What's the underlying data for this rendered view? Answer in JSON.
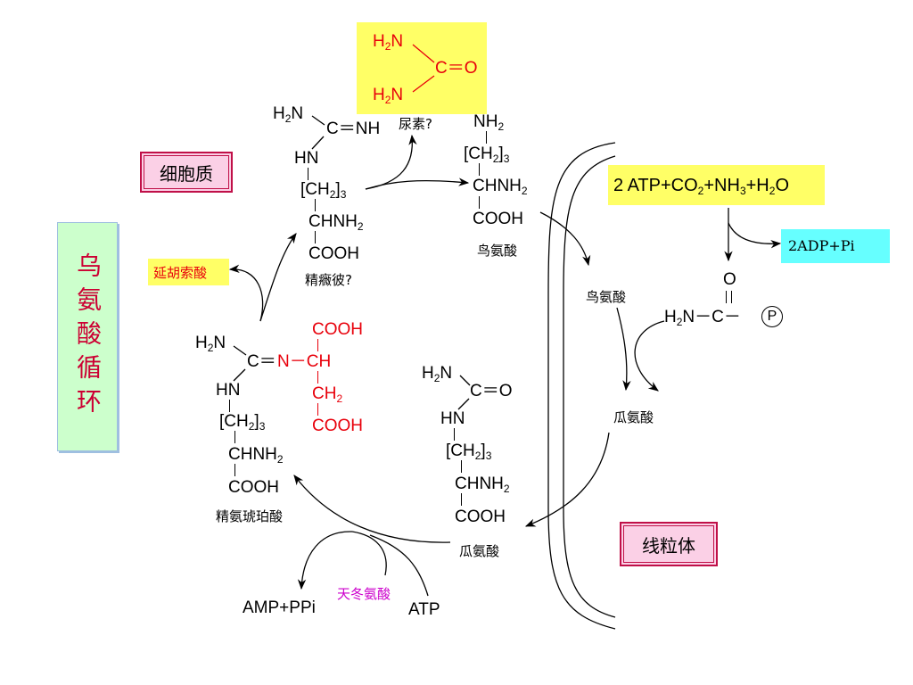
{
  "title": "乌氨酸循环",
  "compartments": {
    "cytoplasm": "细胞质",
    "mitochondria": "线粒体"
  },
  "urea": {
    "nh2_top": "H",
    "nh2_top_sub": "2",
    "nh2_top_n": "N",
    "co": "C＝O",
    "nh2_bottom": "H",
    "nh2_bottom_sub": "2",
    "nh2_bottom_n": "N",
    "label": "尿素?"
  },
  "arginine": {
    "l1a": "H",
    "l1s": "2",
    "l1b": "N",
    "l2": "C＝NH",
    "l3": "HN",
    "l4a": "[CH",
    "l4s": "2",
    "l4b": "]",
    "l4c": "3",
    "l5a": "CHNH",
    "l5s": "2",
    "l6": "COOH",
    "label": "精癓彼?"
  },
  "ornithine_cyto": {
    "l1a": "NH",
    "l1s": "2",
    "l2a": "[CH",
    "l2s": "2",
    "l2b": "]",
    "l2c": "3",
    "l3a": "CHNH",
    "l3s": "2",
    "l4": "COOH",
    "label": "鸟氨酸"
  },
  "fumarate": {
    "label": "延胡索酸"
  },
  "argininosuccinate": {
    "l1a": "H",
    "l1s": "2",
    "l1b": "N",
    "l2a": "C＝",
    "l2b": "N－CH",
    "r1": "COOH",
    "r3a": "CH",
    "r3s": "2",
    "r4": "COOH",
    "l3": "HN",
    "l4a": "[CH",
    "l4s": "2",
    "l4b": "]",
    "l4c": "3",
    "l5a": "CHNH",
    "l5s": "2",
    "l6": "COOH",
    "label": "精氨琥珀酸"
  },
  "citrulline_cyto": {
    "l1a": "H",
    "l1s": "2",
    "l1b": "N",
    "l2": "C＝O",
    "l3": "HN",
    "l4a": "[CH",
    "l4s": "2",
    "l4b": "]",
    "l4c": "3",
    "l5a": "CHNH",
    "l5s": "2",
    "l6": "COOH",
    "label": "瓜氨酸"
  },
  "atp_step": {
    "amp": "AMP+PPi",
    "aspartate": "天冬氨酸",
    "atp": "ATP"
  },
  "mito": {
    "reactants_a": "2 ATP+CO",
    "reactants_s1": "2",
    "reactants_b": "+NH",
    "reactants_s2": "3",
    "reactants_c": "+H",
    "reactants_s3": "2",
    "reactants_d": "O",
    "adp": "2ADP+Pi",
    "cp_o": "O",
    "cp_h": "H",
    "cp_hs": "2",
    "cp_n": "N－C－",
    "cp_p": "P",
    "ornithine": "鸟氨酸",
    "citrulline": "瓜氨酸"
  },
  "colors": {
    "red": "#e8000b",
    "yellow": "#ffff66",
    "cyan": "#66ffff",
    "pink": "#fbd0e6",
    "green": "#ccffcc",
    "magenta": "#cc00cc"
  }
}
